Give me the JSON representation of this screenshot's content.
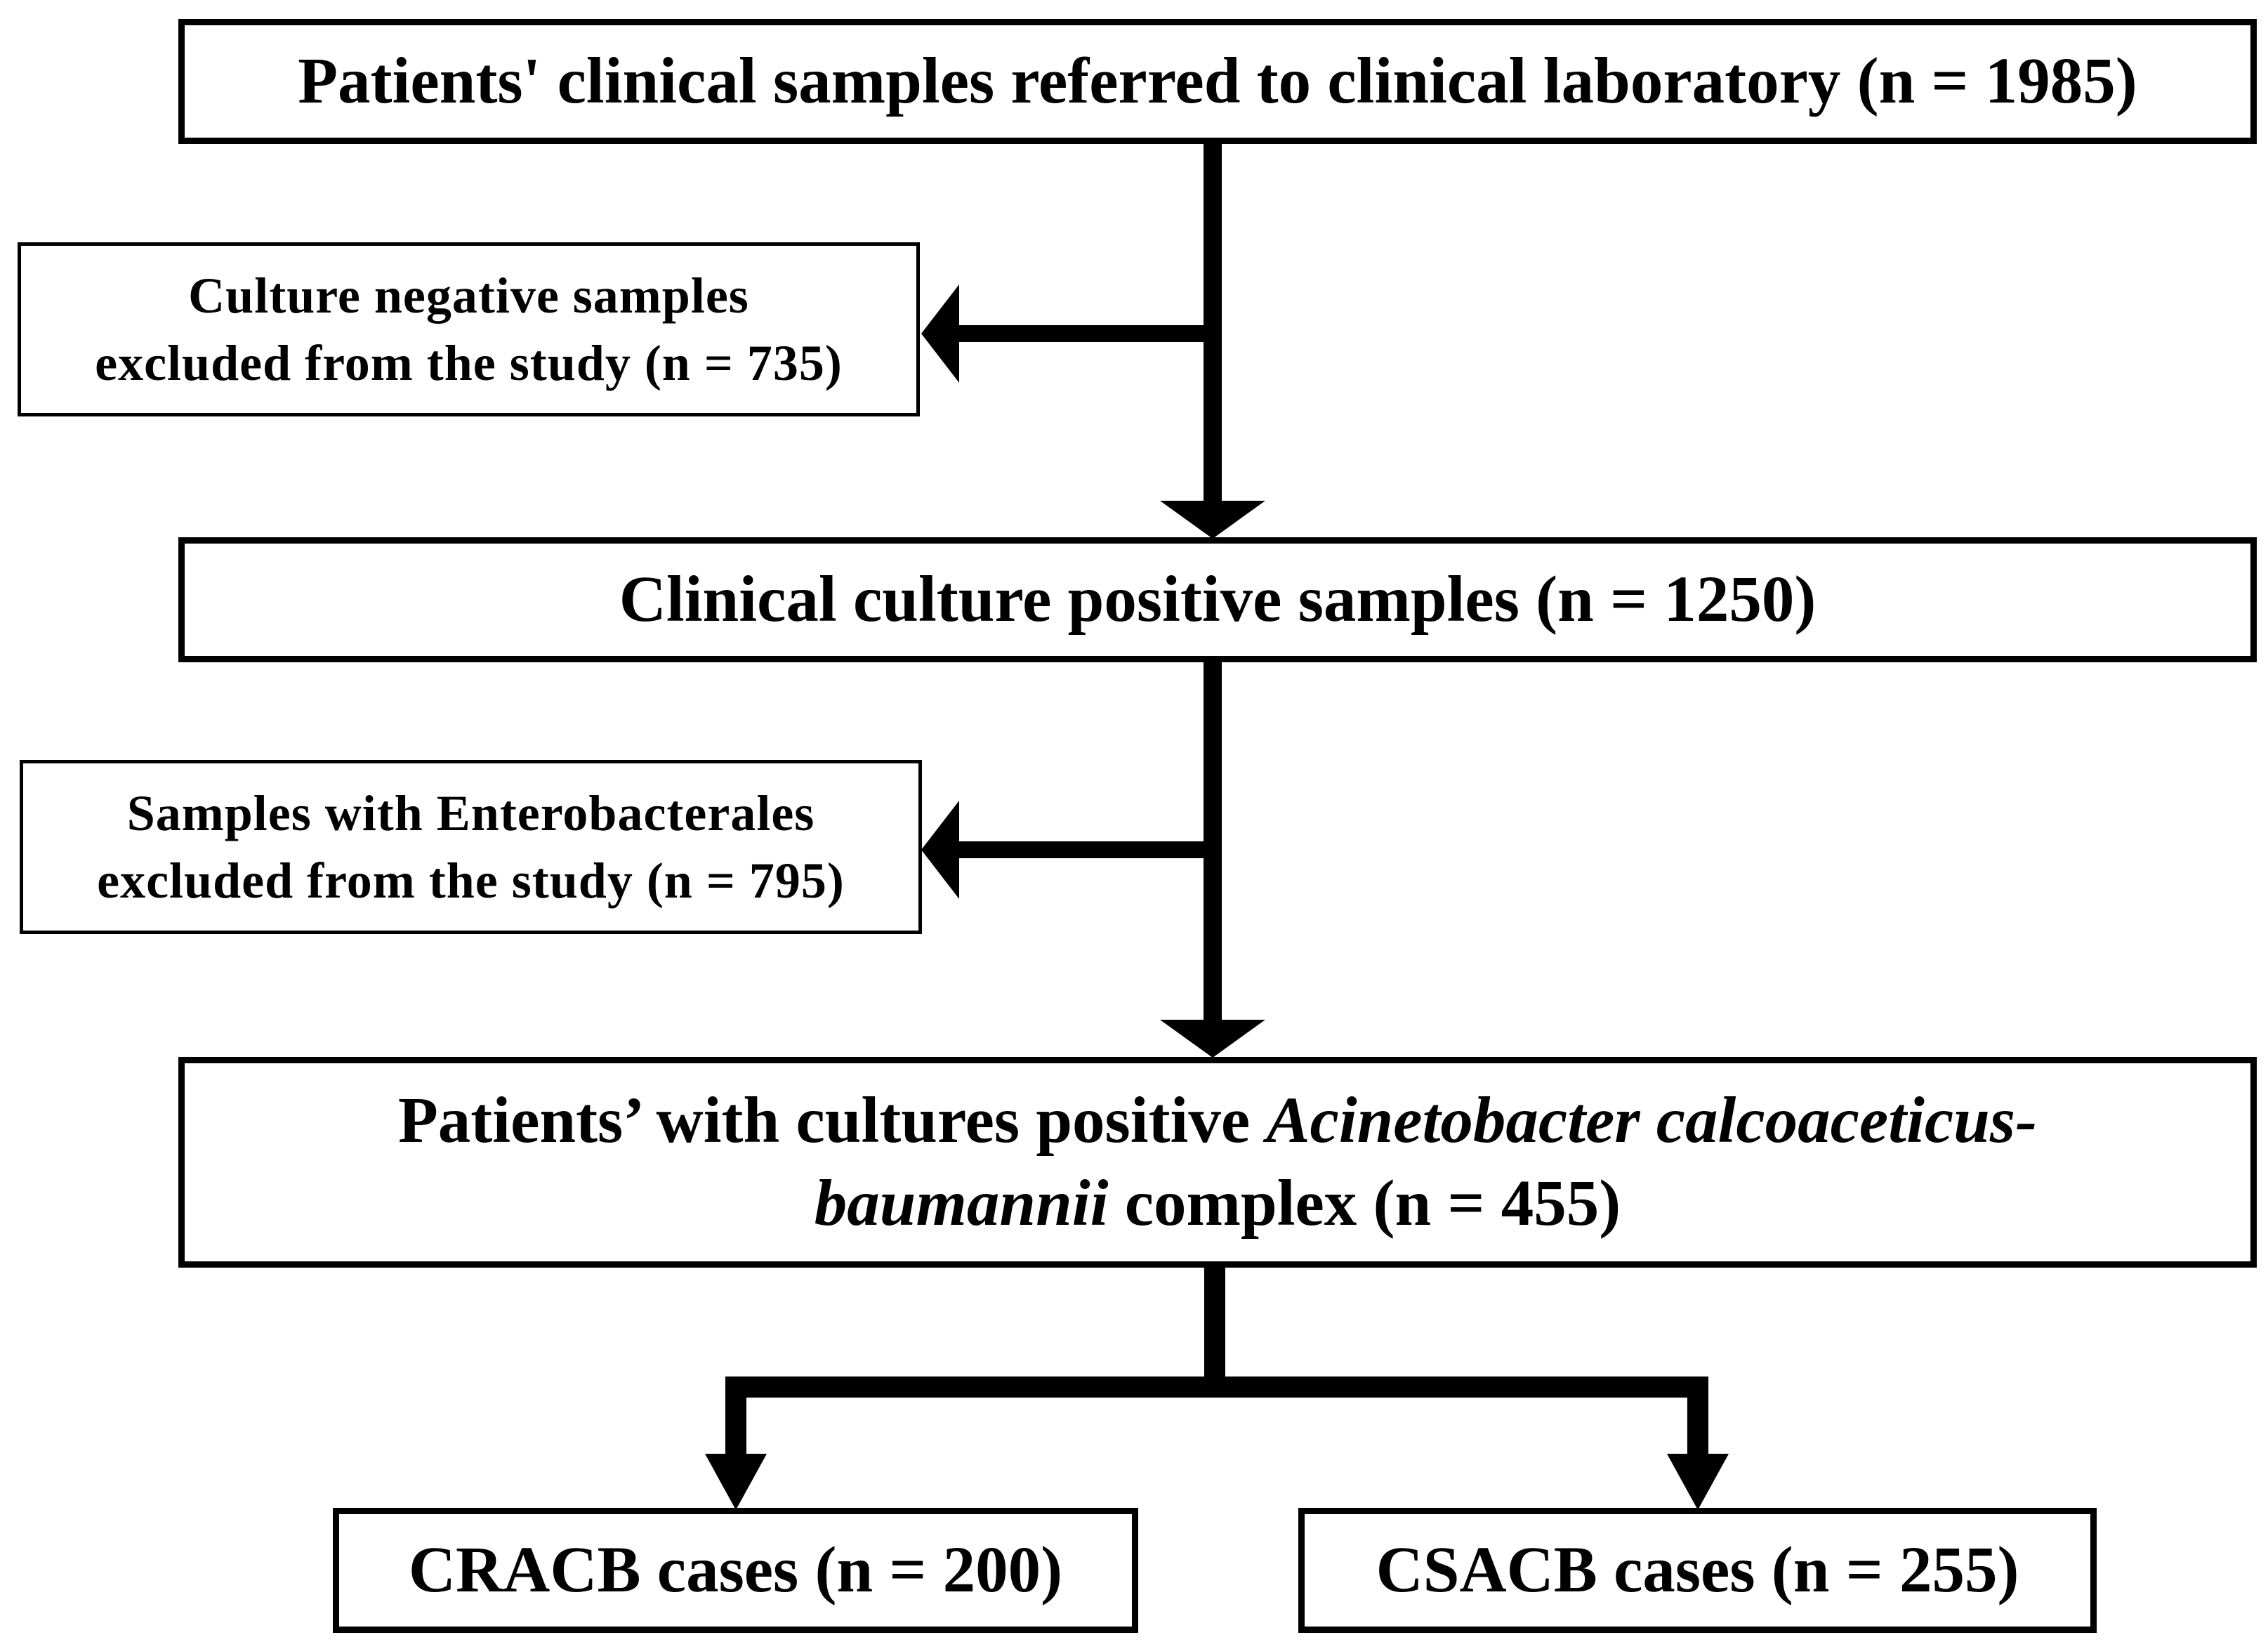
{
  "flowchart": {
    "top_box": {
      "text": "Patients' clinical samples referred to clinical laboratory (n = 1985)"
    },
    "exclusion_1": {
      "line1": "Culture negative samples",
      "line2": "excluded from the study (n = 735)"
    },
    "middle_box": {
      "text": "Clinical culture positive samples (n = 1250)"
    },
    "exclusion_2": {
      "line1": "Samples with Enterobacterales",
      "line2": "excluded from the study (n = 795)"
    },
    "acb_box": {
      "line1_prefix": "Patients’ with cultures positive ",
      "line1_italic": "Acinetobacter calcoaceticus-",
      "line2_italic": "baumannii",
      "line2_suffix": " complex (n = 455)"
    },
    "cracb_box": {
      "text": "CRACB cases (n = 200)"
    },
    "csacb_box": {
      "text": "CSACB cases (n = 255)"
    }
  },
  "colors": {
    "stroke": "#000000",
    "background": "#ffffff"
  }
}
